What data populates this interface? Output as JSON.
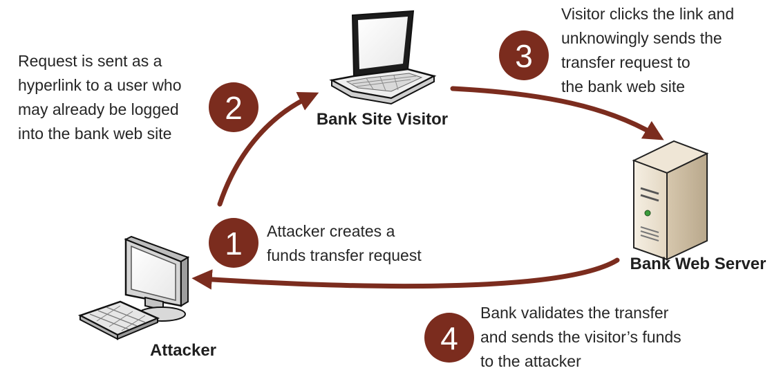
{
  "colors": {
    "arrow": "#7b2c1e",
    "badge": "#7b2c1e",
    "badge_text": "#ffffff",
    "text": "#262626"
  },
  "nodes": {
    "visitor": {
      "label": "Bank Site Visitor",
      "icon": "laptop-icon"
    },
    "server": {
      "label": "Bank Web Server",
      "icon": "server-tower-icon"
    },
    "attacker": {
      "label": "Attacker",
      "icon": "desktop-computer-icon"
    }
  },
  "steps": [
    {
      "number": "1",
      "lines": [
        "Attacker creates a",
        "funds transfer request"
      ]
    },
    {
      "number": "2",
      "lines": [
        "Request is sent as a",
        "hyperlink to a user who",
        "may already be logged",
        "into the bank web site"
      ]
    },
    {
      "number": "3",
      "lines": [
        "Visitor clicks the link and",
        "unknowingly sends the",
        "transfer request to",
        "the bank web site"
      ]
    },
    {
      "number": "4",
      "lines": [
        "Bank validates the transfer",
        "and sends the visitor’s funds",
        "to the attacker"
      ]
    }
  ]
}
